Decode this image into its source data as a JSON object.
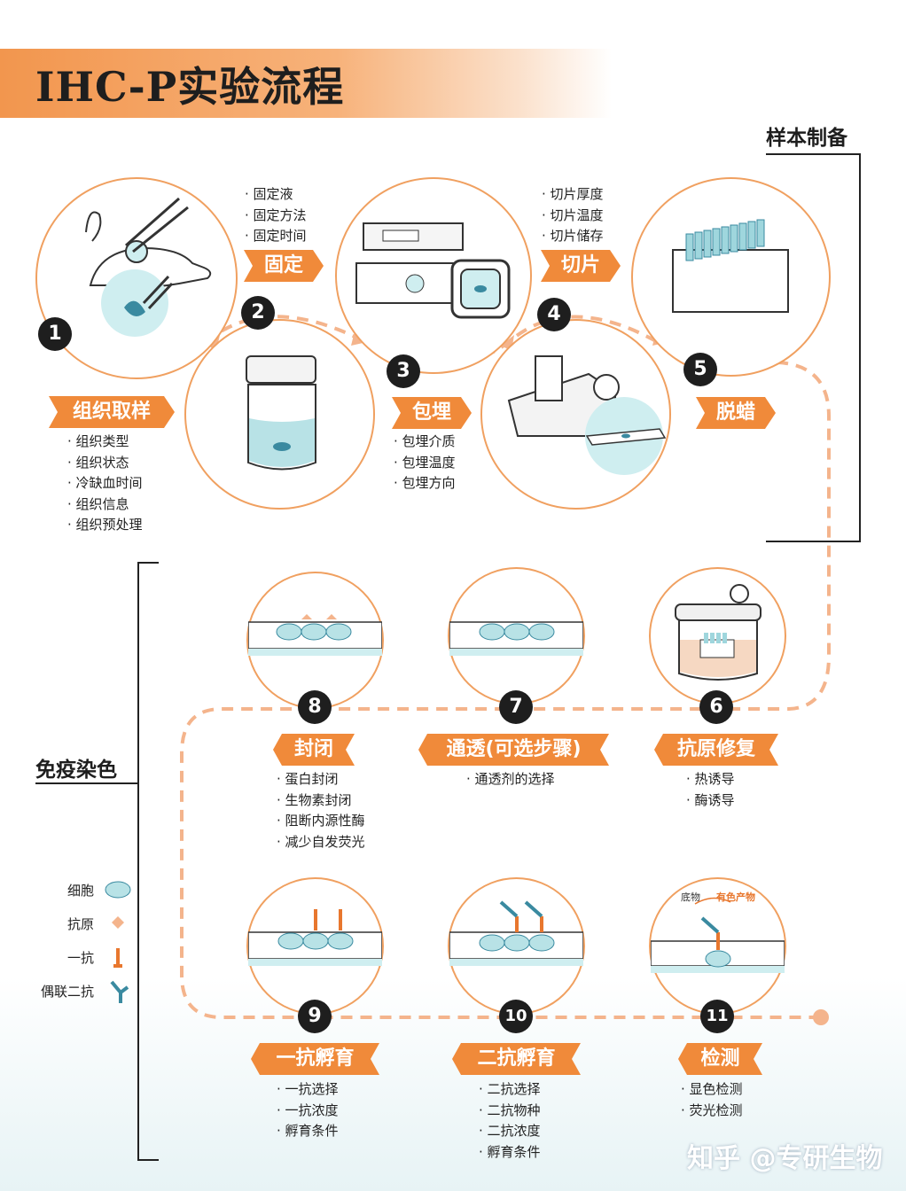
{
  "title": "IHC-P实验流程",
  "sections": {
    "sample_prep": "样本制备",
    "immuno_stain": "免疫染色"
  },
  "steps": [
    {
      "num": "1",
      "tag": "组织取样",
      "bullets": [
        "组织类型",
        "组织状态",
        "冷缺血时间",
        "组织信息",
        "组织预处理"
      ]
    },
    {
      "num": "2",
      "tag": "固定",
      "bullets": [
        "固定液",
        "固定方法",
        "固定时间"
      ]
    },
    {
      "num": "3",
      "tag": "包埋",
      "bullets": [
        "包埋介质",
        "包埋温度",
        "包埋方向"
      ]
    },
    {
      "num": "4",
      "tag": "切片",
      "bullets": [
        "切片厚度",
        "切片温度",
        "切片储存"
      ]
    },
    {
      "num": "5",
      "tag": "脱蜡",
      "bullets": []
    },
    {
      "num": "6",
      "tag": "抗原修复",
      "bullets": [
        "热诱导",
        "酶诱导"
      ]
    },
    {
      "num": "7",
      "tag": "通透(可选步骤)",
      "bullets": [
        "通透剂的选择"
      ]
    },
    {
      "num": "8",
      "tag": "封闭",
      "bullets": [
        "蛋白封闭",
        "生物素封闭",
        "阻断内源性酶",
        "减少自发荧光"
      ]
    },
    {
      "num": "9",
      "tag": "一抗孵育",
      "bullets": [
        "一抗选择",
        "一抗浓度",
        "孵育条件"
      ]
    },
    {
      "num": "10",
      "tag": "二抗孵育",
      "bullets": [
        "二抗选择",
        "二抗物种",
        "二抗浓度",
        "孵育条件"
      ]
    },
    {
      "num": "11",
      "tag": "检测",
      "bullets": [
        "显色检测",
        "荧光检测"
      ]
    }
  ],
  "step11_labels": {
    "substrate": "底物",
    "product": "有色产物"
  },
  "legend": [
    {
      "label": "细胞",
      "icon": "cell-icon"
    },
    {
      "label": "抗原",
      "icon": "antigen-icon"
    },
    {
      "label": "一抗",
      "icon": "primary-antibody-icon"
    },
    {
      "label": "偶联二抗",
      "icon": "conjugated-secondary-antibody-icon"
    }
  ],
  "watermark": "知乎 @专研生物",
  "colors": {
    "orange": "#f08a3a",
    "teal": "#b8e2e6",
    "dark": "#1e1e1e"
  }
}
